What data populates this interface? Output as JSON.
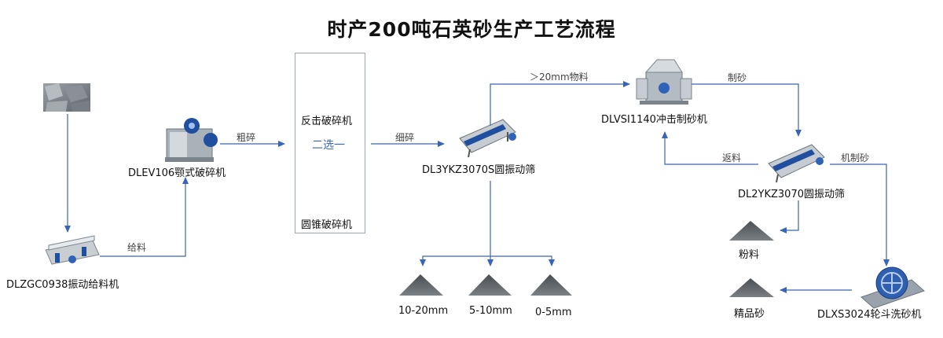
{
  "title": "时产200吨石英砂生产工艺流程",
  "machines": {
    "feeder": "DLZGC0938振动给料机",
    "jaw_crusher": "DLEV106颚式破碎机",
    "impact_crusher": "反击破碎机",
    "cone_crusher": "圆锥破碎机",
    "screen_1": "DL3YKZ3070S圆振动筛",
    "sand_maker": "DLVSI1140冲击制砂机",
    "screen_2": "DL2YKZ3070圆振动筛",
    "sand_washer": "DLXS3024轮斗洗砂机"
  },
  "choice_label": "二选一",
  "edge_labels": {
    "feed": "给料",
    "coarse_crush": "粗碎",
    "fine_crush": "细碎",
    "over_20mm": "＞20mm物料",
    "make_sand": "制砂",
    "return": "返料",
    "machine_sand": "机制砂"
  },
  "products": {
    "p_10_20": "10-20mm",
    "p_5_10": "5-10mm",
    "p_0_5": "0-5mm",
    "powder": "粉料",
    "fine_sand": "精品砂"
  },
  "colors": {
    "arrow": "#3a64b5",
    "pile": "#5f6366",
    "machine_blue": "#1f4f9e",
    "machine_grey": "#9aa3ab"
  }
}
